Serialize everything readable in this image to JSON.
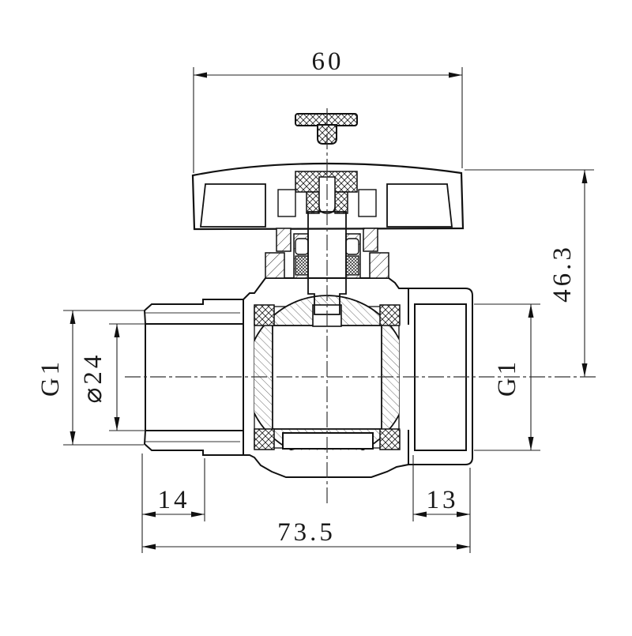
{
  "drawing": {
    "type": "engineering-cross-section",
    "subject": "ball valve with butterfly handle",
    "background_color": "#ffffff",
    "line_color": "#1a1a1a",
    "dimensions": {
      "handle_width": "60",
      "height_to_center": "46.3",
      "inlet_thread": "G1",
      "bore_diameter": "⌀24",
      "outlet_thread": "G1",
      "inlet_thread_length": "14",
      "outlet_thread_length": "13",
      "overall_length": "73.5"
    }
  }
}
